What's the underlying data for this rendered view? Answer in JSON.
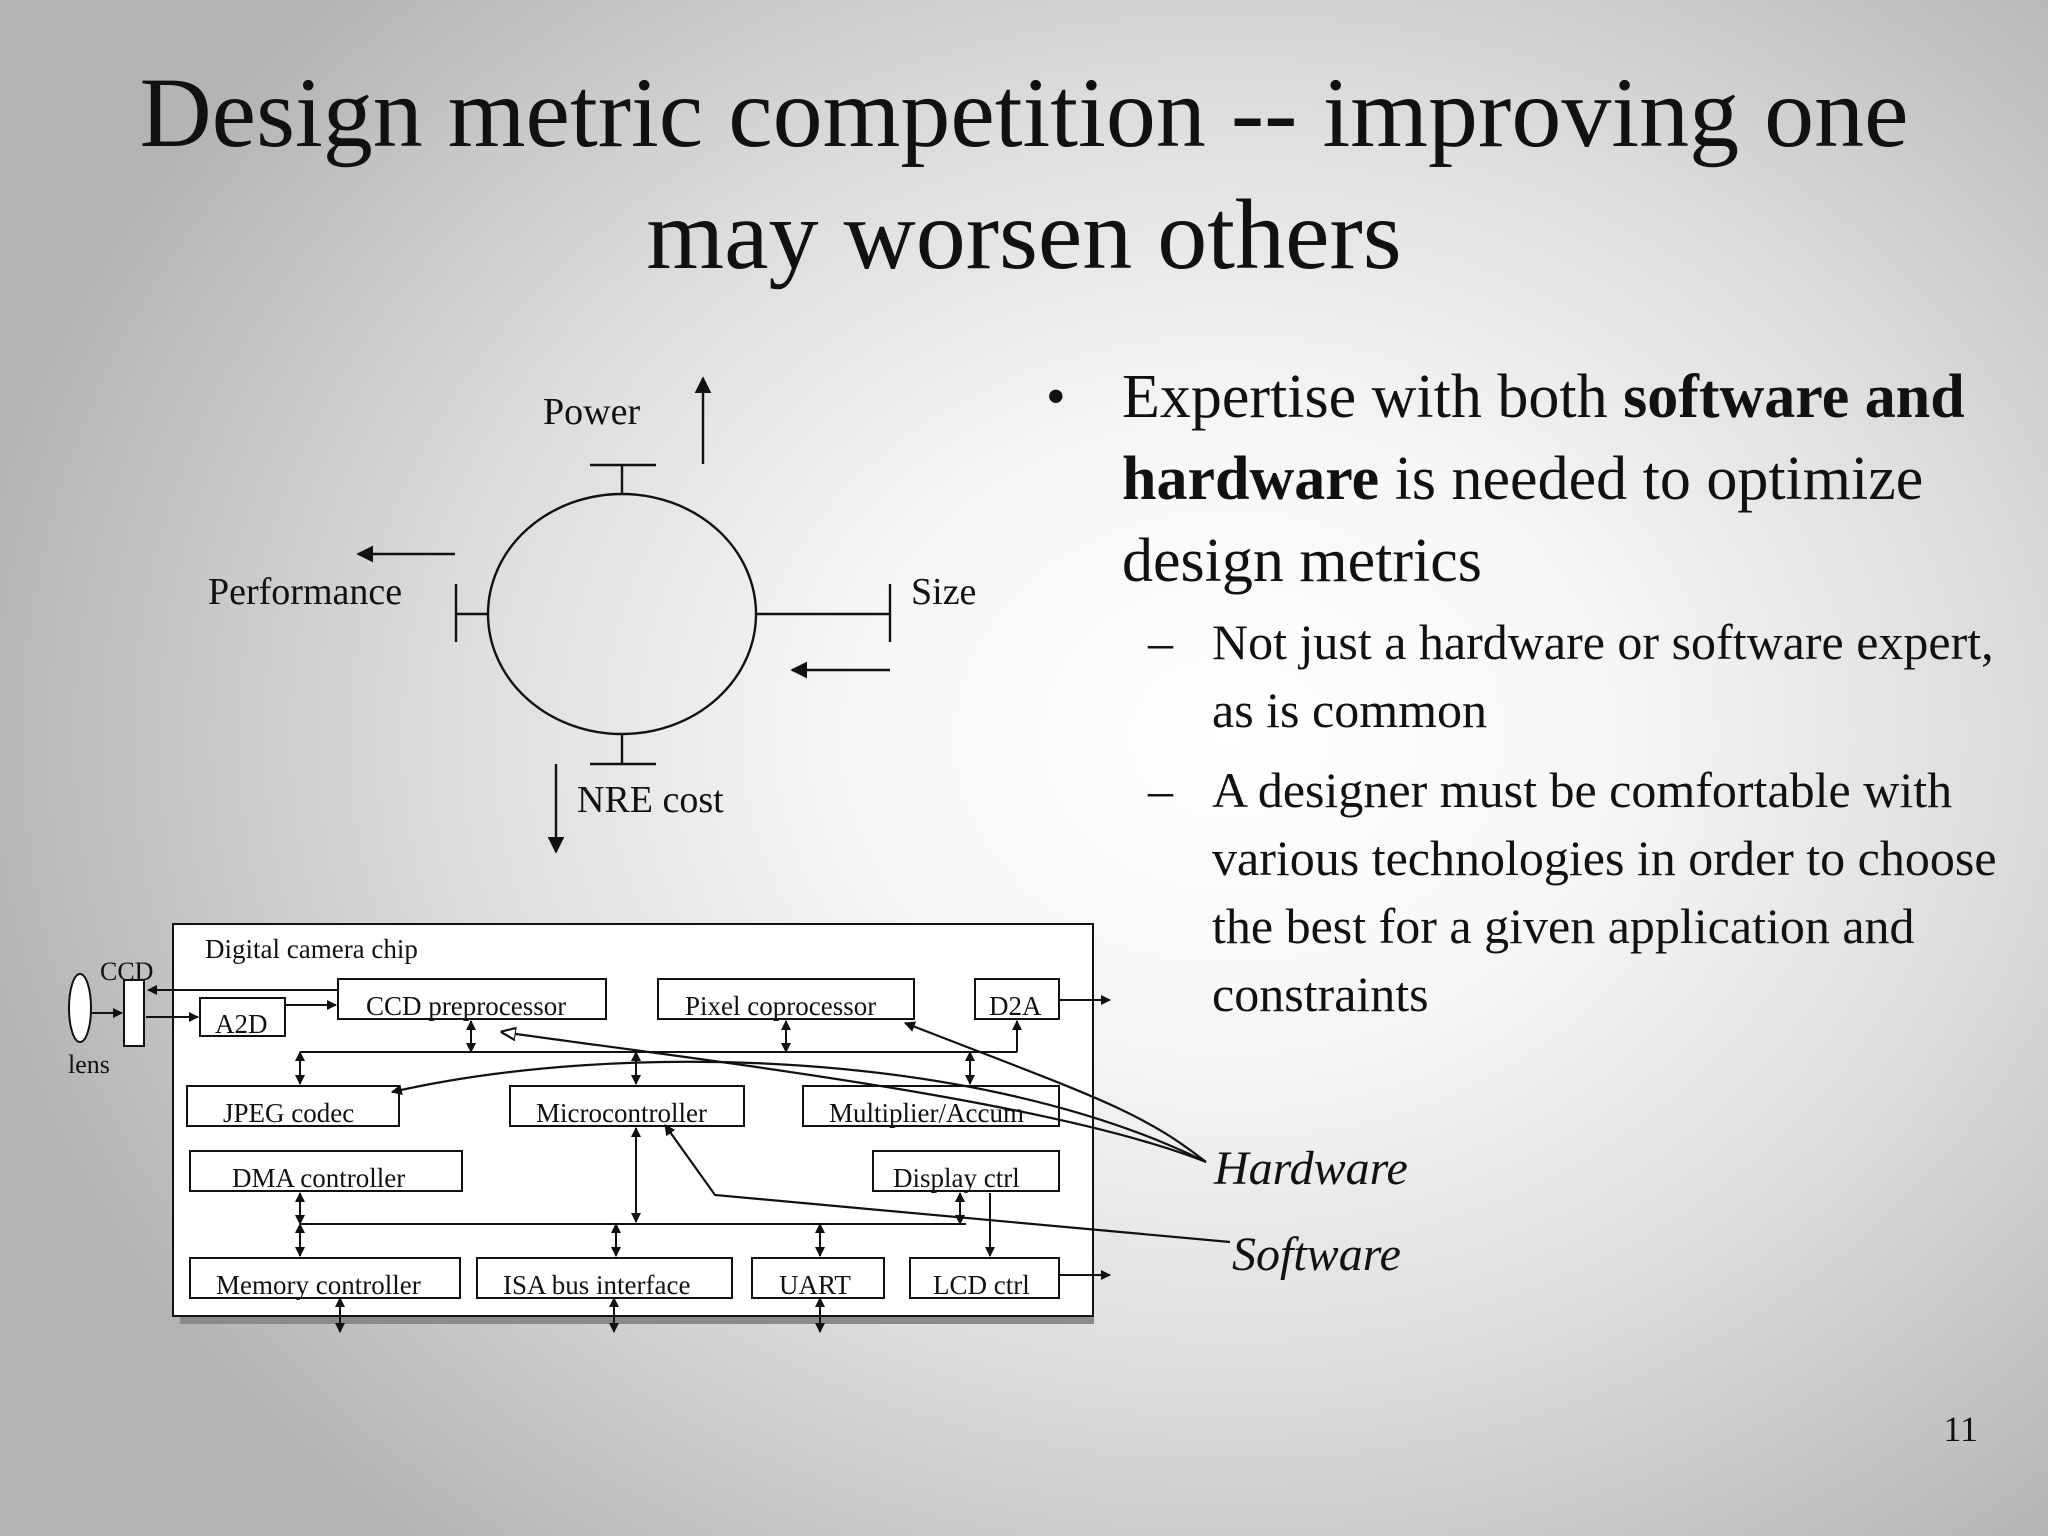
{
  "slide": {
    "title_line1": "Design metric competition -- improving one",
    "title_line2": "may worsen others",
    "page_number": "11"
  },
  "metrics_diagram": {
    "power": "Power",
    "performance": "Performance",
    "size": "Size",
    "nre_cost": "NRE cost"
  },
  "chip_diagram": {
    "chip_label": "Digital camera chip",
    "ccd": "CCD",
    "lens": "lens",
    "a2d": "A2D",
    "ccd_preprocessor": "CCD preprocessor",
    "pixel_coprocessor": "Pixel coprocessor",
    "d2a": "D2A",
    "jpeg_codec": "JPEG codec",
    "microcontroller": "Microcontroller",
    "multiplier_accum": "Multiplier/Accum",
    "dma_controller": "DMA controller",
    "display_ctrl": "Display ctrl",
    "memory_controller": "Memory controller",
    "isa_bus_interface": "ISA bus interface",
    "uart": "UART",
    "lcd_ctrl": "LCD ctrl",
    "hardware": "Hardware",
    "software": "Software"
  },
  "bullets": {
    "main_part1": "Expertise with both ",
    "main_bold": "software and hardware",
    "main_part2": " is needed to optimize design metrics",
    "dash_symbol": "–",
    "sub1": "Not just a hardware or software expert, as is common",
    "sub2": "A designer must be comfortable with various technologies in order to choose the best for a given application and constraints"
  }
}
